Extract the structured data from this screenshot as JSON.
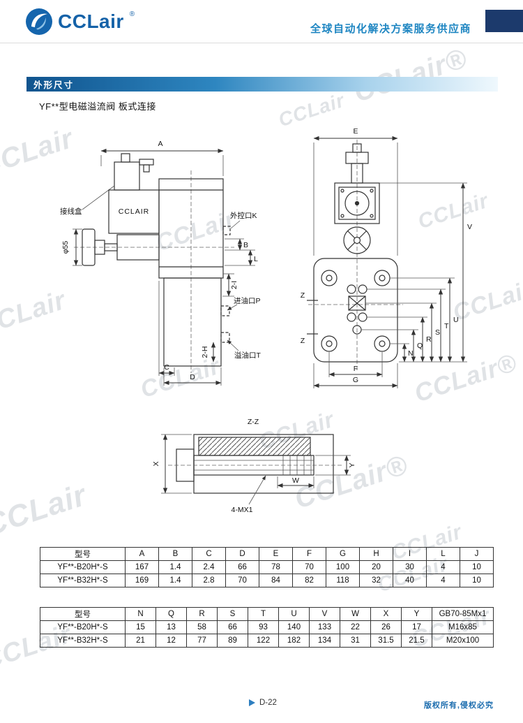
{
  "watermark": {
    "text": "CCLair",
    "text_reg": "CCLair®"
  },
  "header": {
    "brand": "CCLair",
    "reg_mark": "®",
    "tagline": "全球自动化解决方案服务供应商"
  },
  "section": {
    "title": "外形尺寸",
    "subtitle": "YF**型电磁溢流阀 板式连接"
  },
  "front_view": {
    "dim_a": "A",
    "junction_box": "接线盒",
    "brand_plate": "CCLAIR",
    "knob_diameter": "φ55",
    "port_k": "外控口K",
    "dim_b": "B",
    "dim_l": "L",
    "dim_2i": "2-I",
    "port_p": "进油口P",
    "dim_2h": "2-H",
    "port_t": "溢油口T",
    "dim_c": "C",
    "dim_d": "D"
  },
  "side_view": {
    "dim_e": "E",
    "dim_v": "V",
    "dim_u": "U",
    "dim_t": "T",
    "dim_s": "S",
    "dim_r": "R",
    "dim_q": "Q",
    "dim_n": "N",
    "dim_f": "F",
    "dim_g": "G",
    "cut_mark_top": "Z",
    "cut_mark_bottom": "Z"
  },
  "section_view": {
    "title": "Z-Z",
    "dim_x": "X",
    "dim_y": "Y",
    "dim_w": "W",
    "thread_note": "4-MX1"
  },
  "table1": {
    "headers": [
      "型号",
      "A",
      "B",
      "C",
      "D",
      "E",
      "F",
      "G",
      "H",
      "I",
      "L",
      "J"
    ],
    "rows": [
      [
        "YF**-B20H*-S",
        "167",
        "1.4",
        "2.4",
        "66",
        "78",
        "70",
        "100",
        "20",
        "30",
        "4",
        "10"
      ],
      [
        "YF**-B32H*-S",
        "169",
        "1.4",
        "2.8",
        "70",
        "84",
        "82",
        "118",
        "32",
        "40",
        "4",
        "10"
      ]
    ]
  },
  "table2": {
    "headers": [
      "型号",
      "N",
      "Q",
      "R",
      "S",
      "T",
      "U",
      "V",
      "W",
      "X",
      "Y",
      "GB70-85Mx1"
    ],
    "rows": [
      [
        "YF**-B20H*-S",
        "15",
        "13",
        "58",
        "66",
        "93",
        "140",
        "133",
        "22",
        "26",
        "17",
        "M16x85"
      ],
      [
        "YF**-B32H*-S",
        "21",
        "12",
        "77",
        "89",
        "122",
        "182",
        "134",
        "31",
        "31.5",
        "21.5",
        "M20x100"
      ]
    ]
  },
  "footer": {
    "page": "D-22",
    "copyright": "版权所有,侵权必究"
  }
}
